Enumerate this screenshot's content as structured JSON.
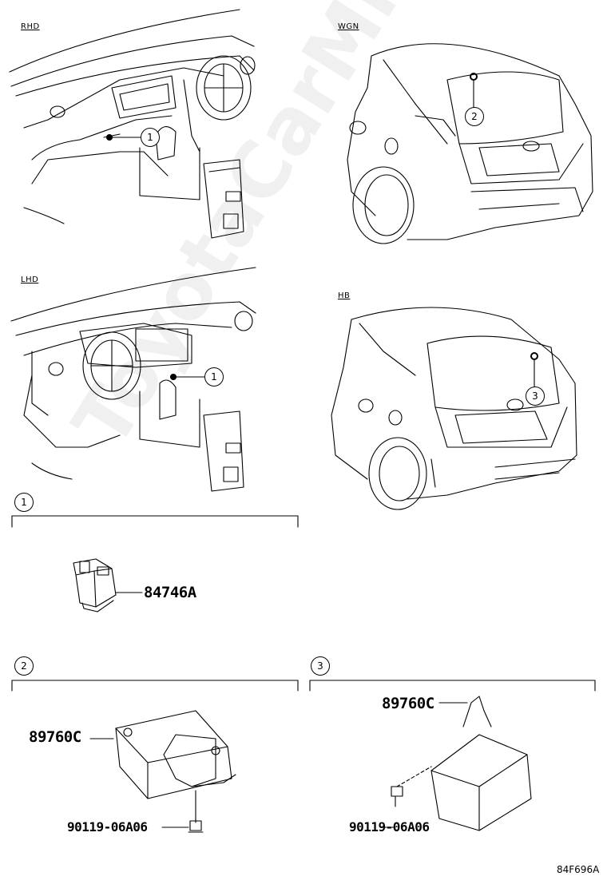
{
  "views": {
    "rhd": "RHD",
    "wgn": "WGN",
    "lhd": "LHD",
    "hb": "HB"
  },
  "callouts": {
    "one": "1",
    "two": "2",
    "three": "3"
  },
  "parts": {
    "p84746a": "84746A",
    "p89760c_a": "89760C",
    "p89760c_b": "89760C",
    "p90119_a": "90119-06A06",
    "p90119_b": "90119-06A06"
  },
  "figure_code": "84F696A",
  "watermark": "ToyotaCarMine.ru"
}
